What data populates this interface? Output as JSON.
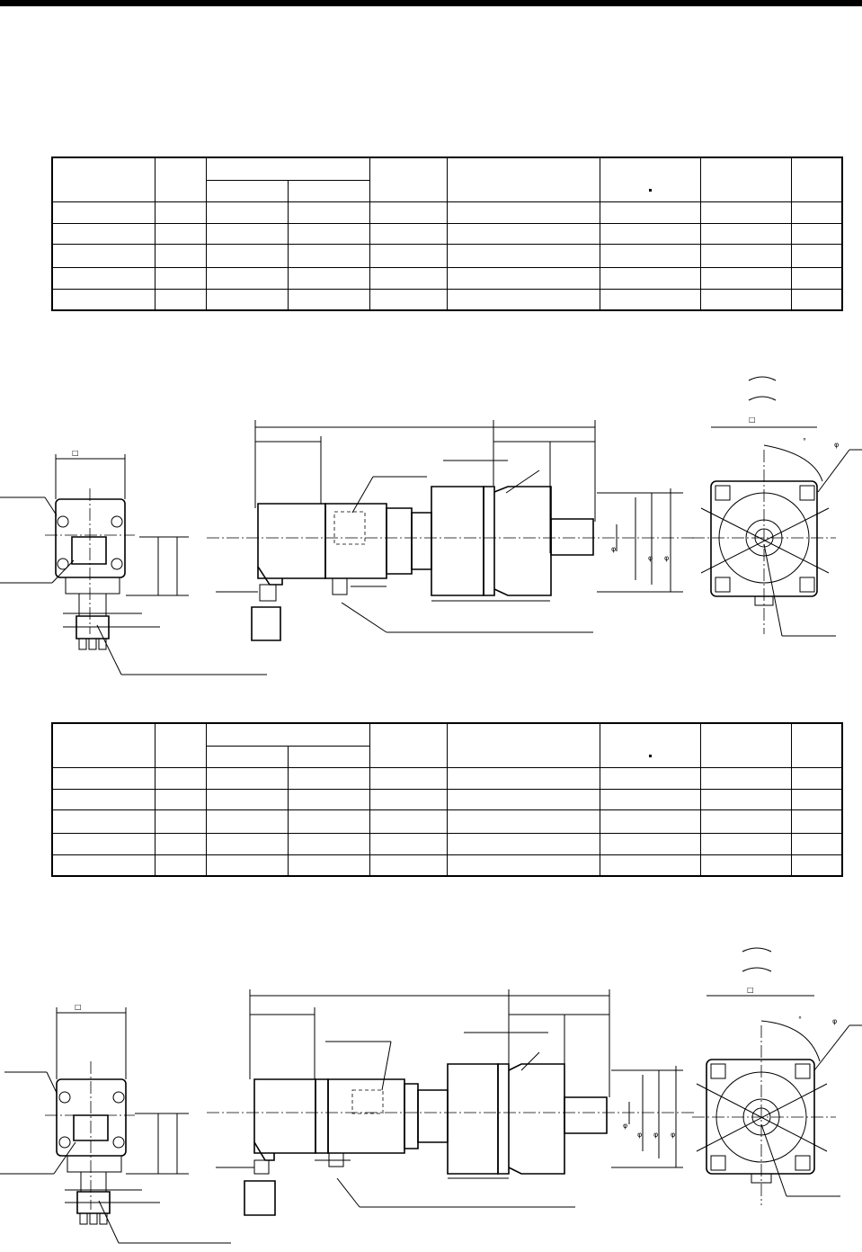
{
  "page": {
    "has_top_rule": true
  },
  "tables": [
    {
      "rows": 6,
      "cols": 9,
      "text": []
    },
    {
      "rows": 6,
      "cols": 9,
      "text": []
    }
  ],
  "drawings": [
    {
      "symbols": {
        "square": "□",
        "diameter": "φ",
        "degree": "°"
      }
    },
    {
      "symbols": {
        "square": "□",
        "diameter": "φ",
        "degree": "°"
      }
    }
  ]
}
